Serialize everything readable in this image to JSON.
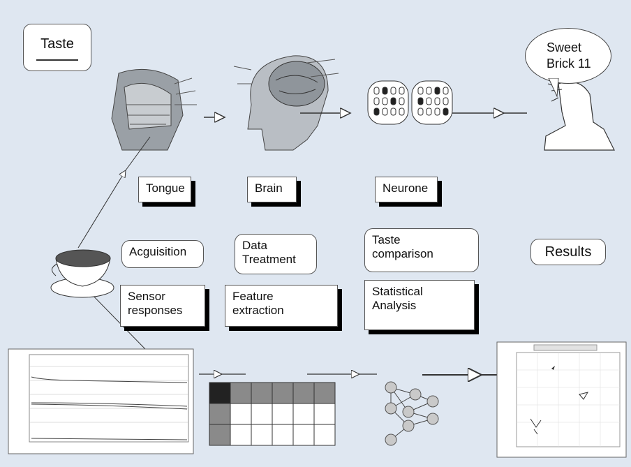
{
  "colors": {
    "background": "#dfe7f1",
    "box_fill": "#ffffff",
    "shadow": "#000000",
    "line": "#333333",
    "node_fill": "#c9c9c9",
    "matrix_dark": "#222222",
    "matrix_gray": "#8a8a8a"
  },
  "taste_label": "Taste",
  "speech_bubble": {
    "line1": "Sweet",
    "line2": "Brick 11"
  },
  "labels": {
    "tongue": "Tongue",
    "brain": "Brain",
    "neurone": "Neurone",
    "acquisition": "Acguisition",
    "data_treatment": {
      "line1": "Data",
      "line2": "Treatment"
    },
    "taste_comparison": {
      "line1": "Taste",
      "line2": "comparison"
    },
    "results": "Results",
    "sensor_responses": {
      "line1": "Sensor",
      "line2": "responses"
    },
    "feature_extraction": {
      "line1": "Feature",
      "line2": "extraction"
    },
    "statistical_analysis": {
      "line1": "Statistical",
      "line2": "Analysis"
    }
  },
  "icons": {
    "head_section": "nasal-cavity-section-illustration",
    "brain": "brain-head-illustration",
    "neurone_grid": "neurone-receptor-grid",
    "person": "person-tasting-illustration",
    "cup": "coffee-cup-icon",
    "sensor_plot": "sensor-response-plot",
    "matrix": "feature-matrix-grid",
    "network": "neural-network-icon",
    "result_plot": "scatter-result-plot"
  }
}
